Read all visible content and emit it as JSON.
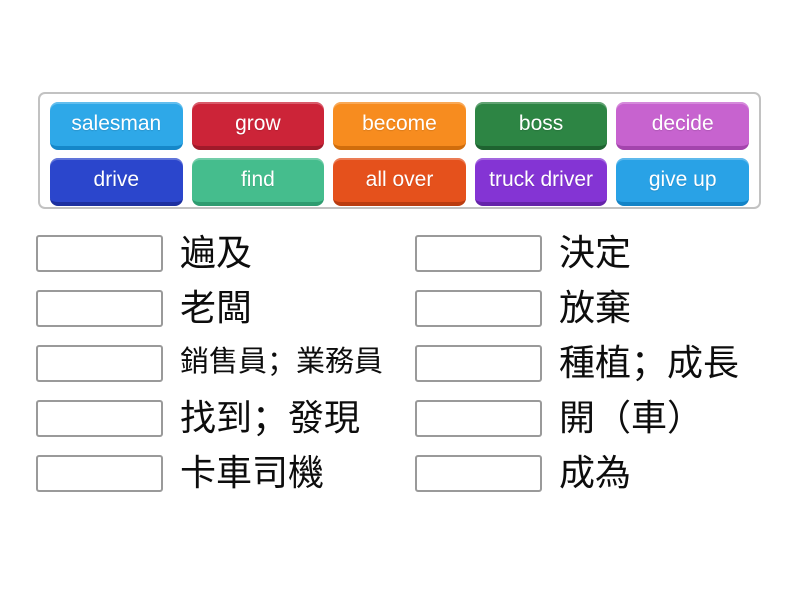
{
  "game": {
    "type": "match-up",
    "tray": {
      "tiles": [
        {
          "label": "salesman",
          "color": "#2ea8e8",
          "edge": "#1587c9"
        },
        {
          "label": "grow",
          "color": "#cc2438",
          "edge": "#a01a2a"
        },
        {
          "label": "become",
          "color": "#f78c1f",
          "edge": "#d06d0c"
        },
        {
          "label": "boss",
          "color": "#2d8544",
          "edge": "#1e6330"
        },
        {
          "label": "decide",
          "color": "#c763cf",
          "edge": "#a445ad"
        },
        {
          "label": "drive",
          "color": "#2b46cc",
          "edge": "#1c2f9f"
        },
        {
          "label": "find",
          "color": "#45bd8d",
          "edge": "#2f9c70"
        },
        {
          "label": "all over",
          "color": "#e5511c",
          "edge": "#ba3c10"
        },
        {
          "label": "truck driver",
          "color": "#8434d4",
          "edge": "#6523aa"
        },
        {
          "label": "give up",
          "color": "#29a2e6",
          "edge": "#1484c7"
        }
      ]
    },
    "match": {
      "left": [
        {
          "text": "遍及",
          "size": "large"
        },
        {
          "text": "老闆",
          "size": "large"
        },
        {
          "text": "銷售員；業務員",
          "size": "medium"
        },
        {
          "text": "找到；發現",
          "size": "large"
        },
        {
          "text": "卡車司機",
          "size": "large"
        }
      ],
      "right": [
        {
          "text": "決定",
          "size": "large"
        },
        {
          "text": "放棄",
          "size": "large"
        },
        {
          "text": "種植；成長",
          "size": "large"
        },
        {
          "text": "開（車）",
          "size": "large"
        },
        {
          "text": "成為",
          "size": "large"
        }
      ]
    }
  }
}
